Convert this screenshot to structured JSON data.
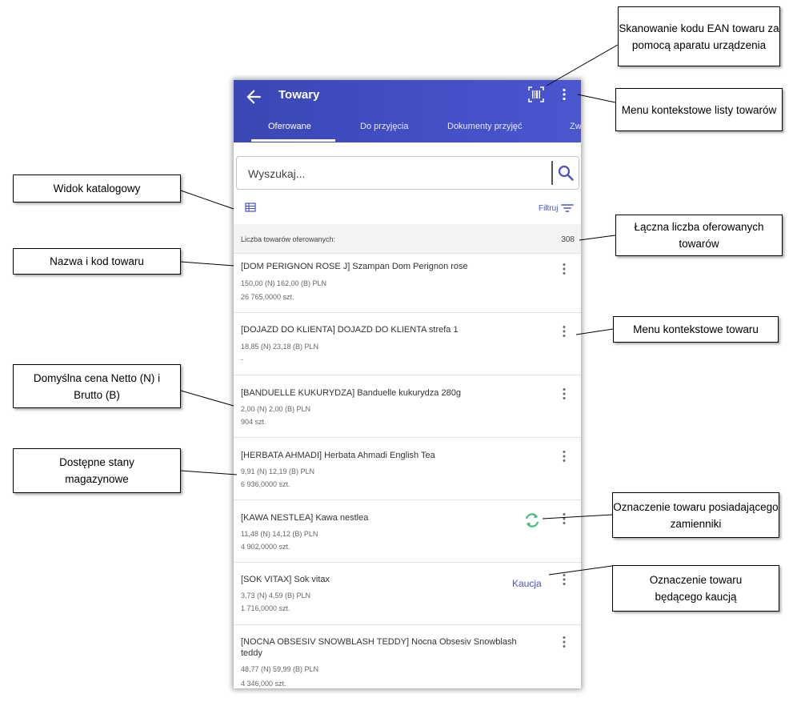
{
  "appbar": {
    "title": "Towary",
    "back_icon": "arrow-left-icon",
    "scan_icon": "barcode-scan-icon",
    "menu_icon": "more-vertical-icon",
    "color": "#3f4bc0"
  },
  "tabs": [
    {
      "label": "Oferowane",
      "active": true
    },
    {
      "label": "Do przyjęcia",
      "active": false
    },
    {
      "label": "Dokumenty przyjęć",
      "active": false
    },
    {
      "label": "Zw",
      "active": false
    }
  ],
  "search": {
    "placeholder": "Wyszukaj..."
  },
  "toolbar": {
    "filter_label": "Filtruj",
    "catalog_icon": "grid-view-icon",
    "filter_icon": "filter-icon"
  },
  "summary": {
    "label": "Liczba towarów oferowanych:",
    "value": "308"
  },
  "items": [
    {
      "name": "[DOM PERIGNON ROSE J] Szampan Dom Perignon rose",
      "price": "150,00 (N)  162,00 (B) PLN",
      "stock": "26 765,0000 szt."
    },
    {
      "name": "[DOJAZD DO KLIENTA] DOJAZD DO KLIENTA strefa 1",
      "price": "18,85 (N)  23,18 (B) PLN",
      "stock": "-"
    },
    {
      "name": "[BANDUELLE KUKURYDZA] Banduelle kukurydza 280g",
      "price": "2,00 (N)  2,00 (B) PLN",
      "stock": "904 szt."
    },
    {
      "name": "[HERBATA AHMADI] Herbata Ahmadi English Tea",
      "price": "9,91 (N)  12,19 (B) PLN",
      "stock": "6 936,0000 szt."
    },
    {
      "name": "[KAWA NESTLEA] Kawa nestlea",
      "price": "11,48 (N)  14,12 (B) PLN",
      "stock": "4 902,0000 szt.",
      "substitute_icon": "refresh-swap-icon"
    },
    {
      "name": "[SOK VITAX] Sok vitax",
      "price": "3,73 (N)  4,59 (B) PLN",
      "stock": "1 716,0000 szt.",
      "badge": "Kaucja"
    },
    {
      "name": "[NOCNA OBSESIV SNOWBLASH TEDDY] Nocna Obsesiv Snowblash teddy",
      "price": "48,77 (N)  59,99 (B) PLN",
      "stock": "4 346,000 szt."
    }
  ],
  "callouts": {
    "scan_ean": "Skanowanie kodu EAN towaru za pomocą aparatu urządzenia",
    "list_menu": "Menu kontekstowe listy towarów",
    "catalog_view": "Widok katalogowy",
    "total_count": "Łączna liczba oferowanych towarów",
    "name_code": "Nazwa i kod towaru",
    "item_menu": "Menu kontekstowe towaru",
    "default_price": "Domyślna cena Netto (N) i Brutto (B)",
    "stock": "Dostępne stany magazynowe",
    "substitutes": "Oznaczenie towaru posiadającego zamienniki",
    "deposit": "Oznaczenie towaru będącego kaucją"
  },
  "colors": {
    "accent": "#4752c4",
    "substitute": "#3dbf7c"
  }
}
